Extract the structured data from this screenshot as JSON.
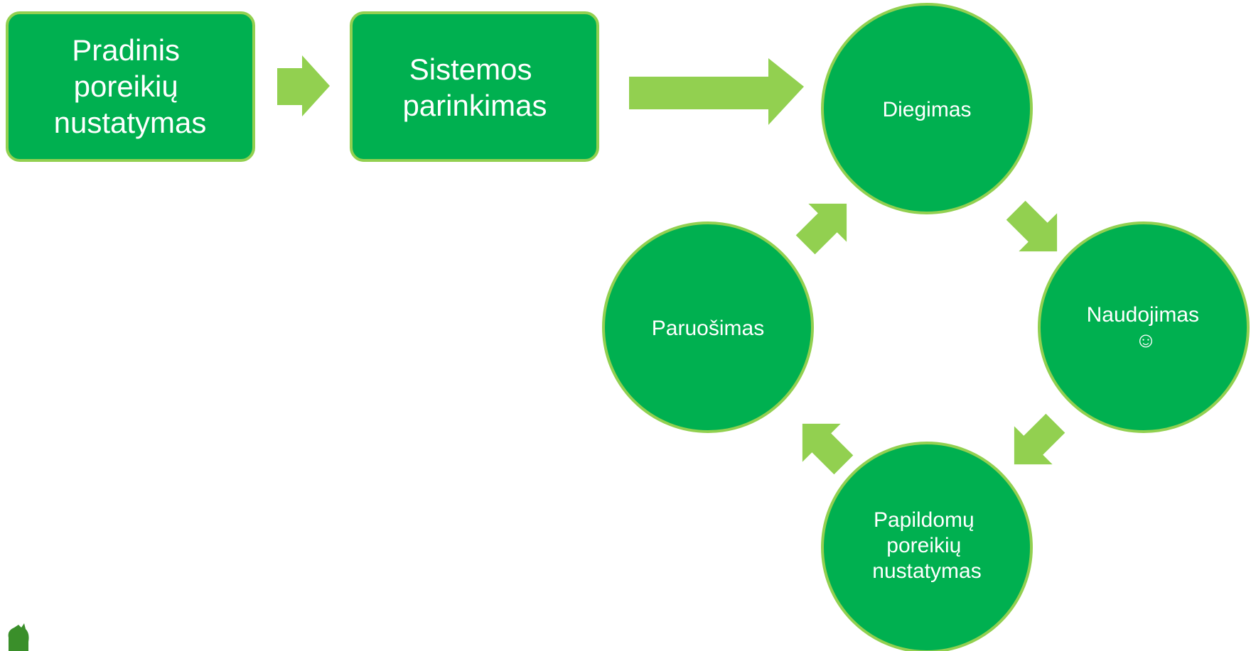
{
  "colors": {
    "node_fill": "#00b050",
    "node_stroke": "#92d050",
    "arrow_fill": "#92d050",
    "label_color": "#ffffff"
  },
  "linear_steps": [
    {
      "id": "step-pradinis",
      "lines": [
        "Pradinis",
        "poreikių",
        "nustatymas"
      ]
    },
    {
      "id": "step-sistemos",
      "lines": [
        "Sistemos",
        "parinkimas"
      ]
    }
  ],
  "cycle_steps": [
    {
      "id": "cycle-diegimas",
      "lines": [
        "Diegimas"
      ]
    },
    {
      "id": "cycle-naudojimas",
      "lines": [
        "Naudojimas",
        "☺"
      ]
    },
    {
      "id": "cycle-papildomu",
      "lines": [
        "Papildomų",
        "poreikių",
        "nustatymas"
      ]
    },
    {
      "id": "cycle-paruosimas",
      "lines": [
        "Paruošimas"
      ]
    }
  ]
}
